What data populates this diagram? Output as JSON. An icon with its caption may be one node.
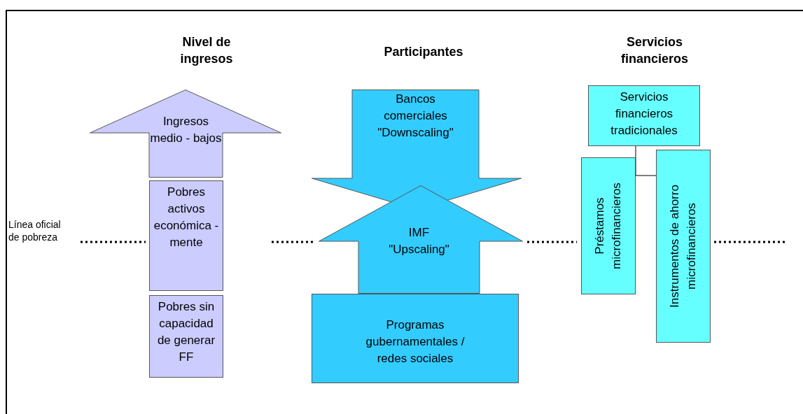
{
  "diagram": {
    "nodes": [
      {
        "text": [
          "Ingresos medio - bajos"
        ]
      },
      {
        "text": [
          "Pobres activos económica - mente"
        ]
      },
      {
        "text": [
          "Pobres sin capacidad de generar FF"
        ]
      },
      {
        "text": [
          "Bancos comerciales \"Downscaling\""
        ]
      },
      {
        "text": [
          "IMF \"Upscaling\""
        ]
      },
      {
        "text": [
          "Programas gubernamentales / redes sociales"
        ]
      },
      {
        "text": [
          "Servicios financieros tradicionales"
        ]
      },
      {
        "text": [
          "Préstamos microfinancieros"
        ]
      },
      {
        "text": [
          "Instrumentos de ahorro microfinancieros"
        ]
      }
    ],
    "edges": [
      {
        "from": 6,
        "to": 8,
        "arrow": "none"
      }
    ],
    "labels": [
      "Nivel de ingresos",
      "Participantes",
      "Servicios financieros",
      "Línea oficial de pobreza"
    ]
  }
}
